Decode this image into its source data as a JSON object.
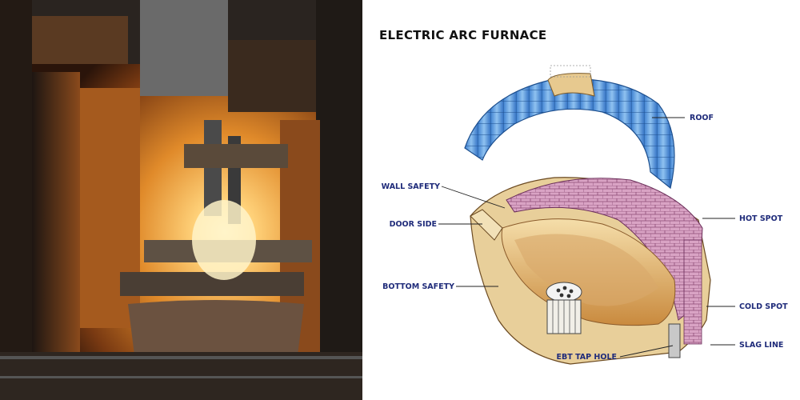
{
  "photo": {
    "subject": "electric-arc-furnace-photo"
  },
  "diagram": {
    "title": "ELECTRIC ARC FURNACE",
    "labels": {
      "roof": "ROOF",
      "wall_safety": "WALL SAFETY",
      "door_side": "DOOR SIDE",
      "hot_spot": "HOT SPOT",
      "bottom_safety": "BOTTOM SAFETY",
      "cold_spot": "COLD SPOT",
      "slag_line": "SLAG LINE",
      "ebt_tap_hole": "EBT TAP HOLE"
    }
  },
  "colors": {
    "label_text": "#1f2b7a",
    "refractory_pink": "#d9a3c4",
    "roof_blue": "#4f8fd6",
    "shell_tan": "#e8cf9a"
  }
}
